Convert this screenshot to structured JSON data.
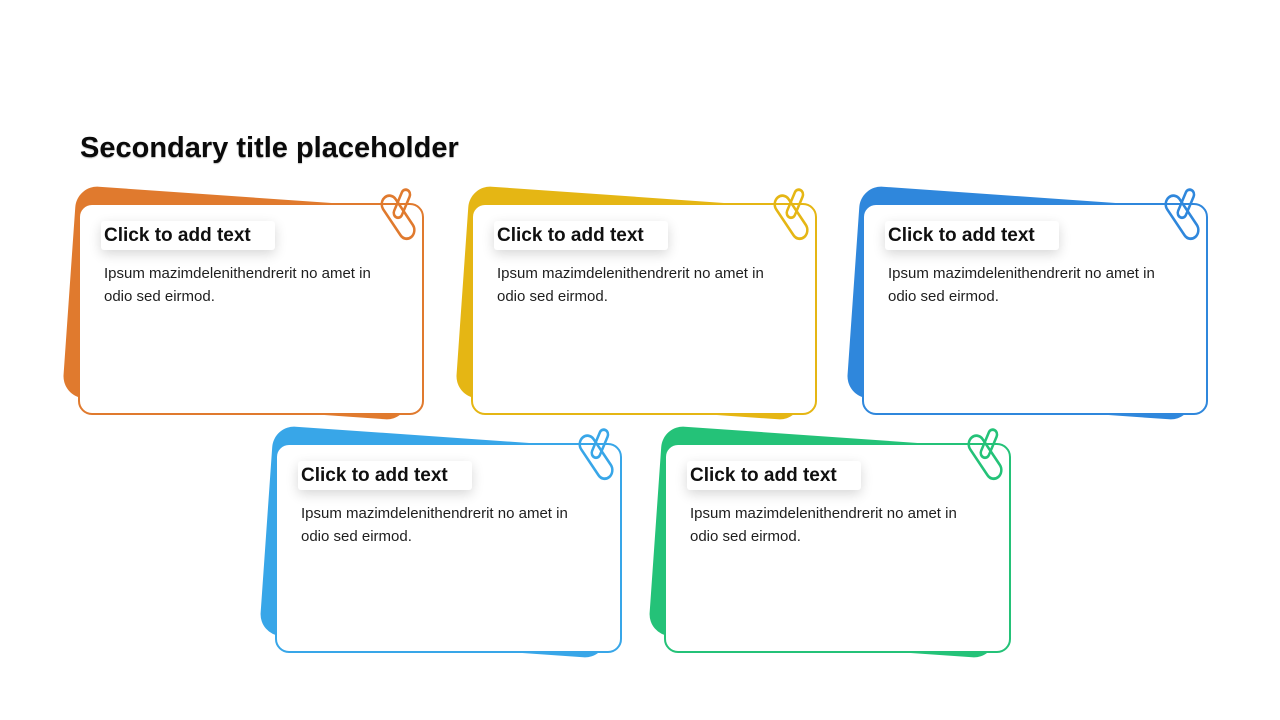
{
  "slide": {
    "title": "Secondary title placeholder",
    "card_icon": "paperclip-icon",
    "cards": [
      {
        "heading": "Click to add text",
        "body": "Ipsum mazimdelenithendrerit no amet in odio sed eirmod.",
        "color": "#E07A2E"
      },
      {
        "heading": "Click to add text",
        "body": "Ipsum mazimdelenithendrerit no amet in odio sed eirmod.",
        "color": "#E5B614"
      },
      {
        "heading": "Click to add text",
        "body": "Ipsum mazimdelenithendrerit no amet in odio sed eirmod.",
        "color": "#2F87DC"
      },
      {
        "heading": "Click to add text",
        "body": "Ipsum mazimdelenithendrerit no amet in odio sed eirmod.",
        "color": "#38A6E8"
      },
      {
        "heading": "Click to add text",
        "body": "Ipsum mazimdelenithendrerit no amet in odio sed eirmod.",
        "color": "#24C278"
      }
    ]
  }
}
